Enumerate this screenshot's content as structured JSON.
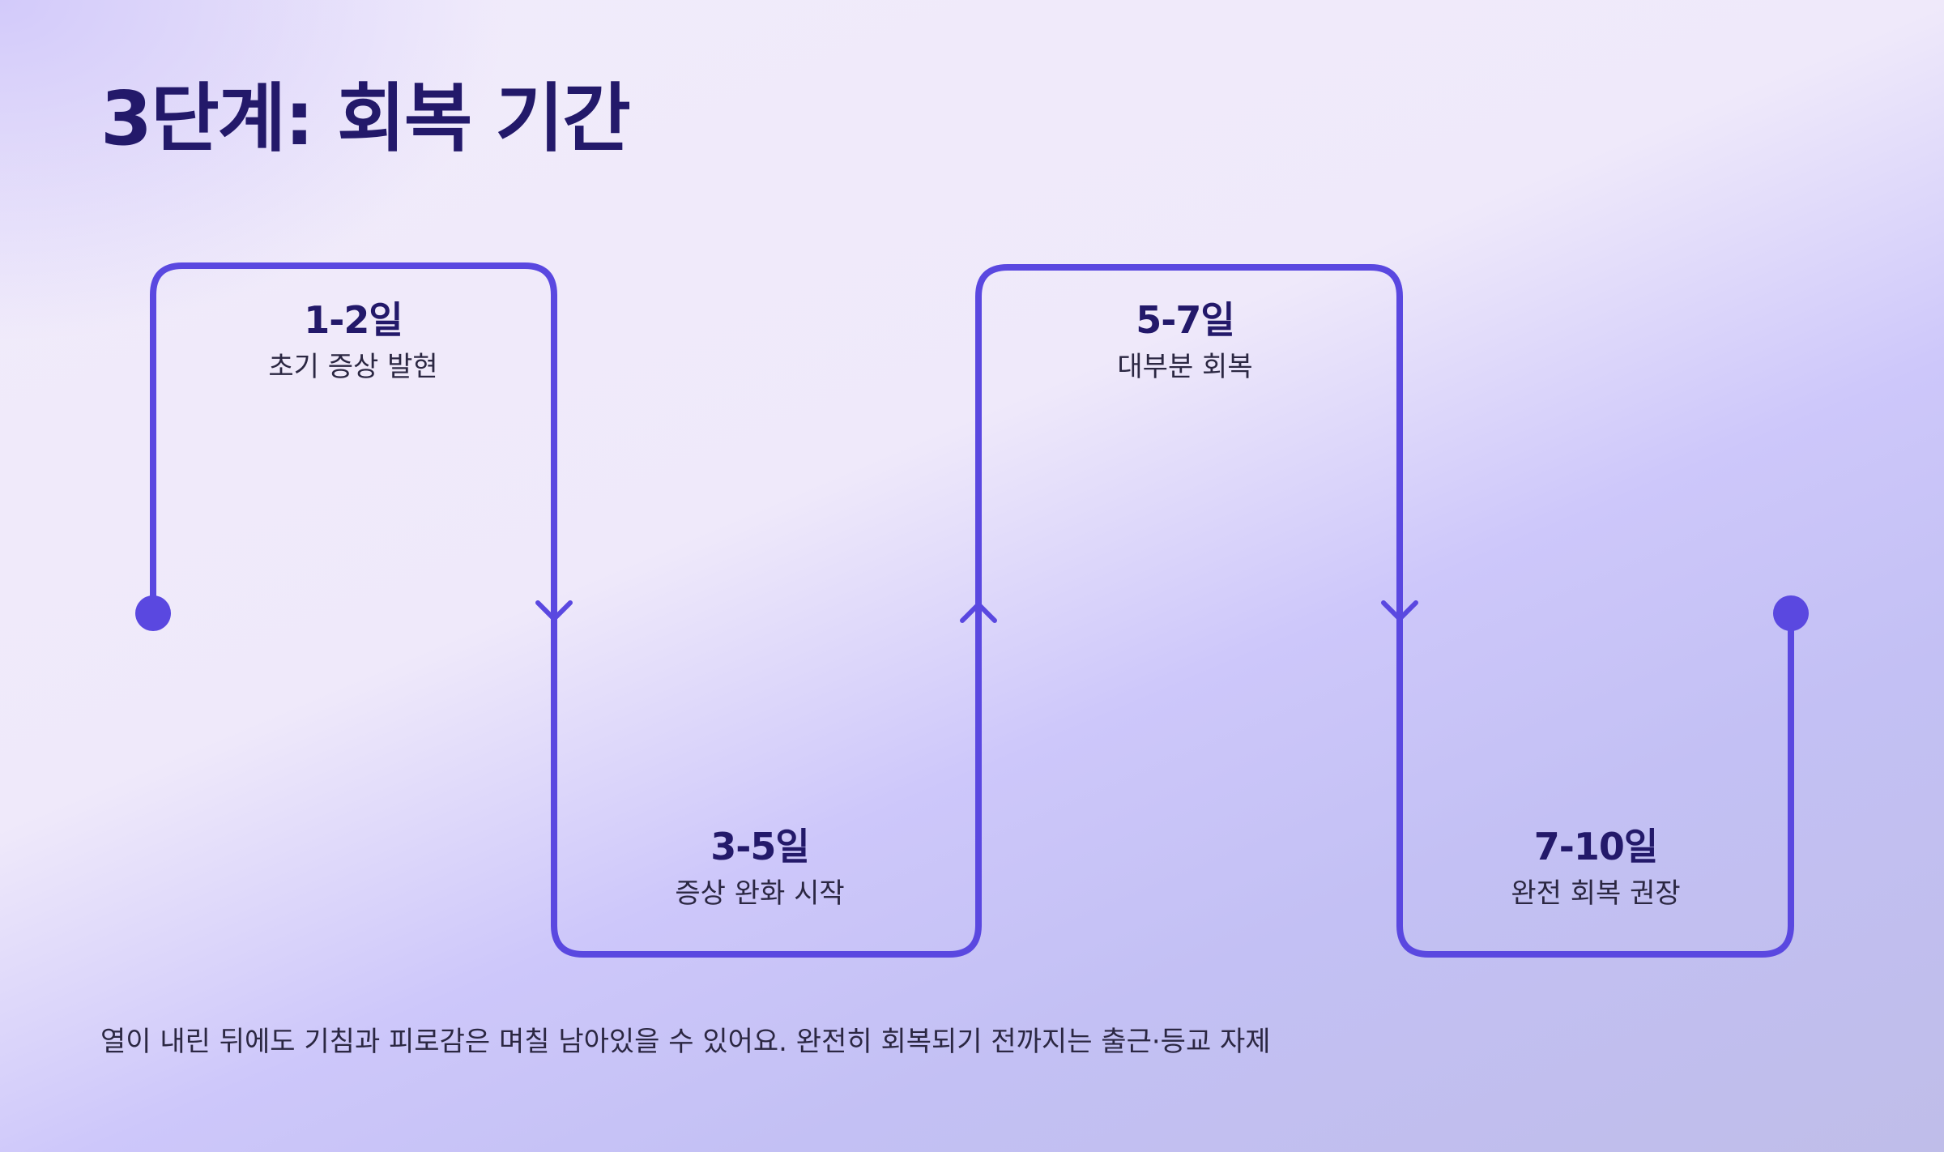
{
  "slide": {
    "title": "3단계: 회복 기간",
    "footnote": "열이 내린 뒤에도 기침과 피로감은 며칠 남아있을 수 있어요. 완전히 회복되기 전까지는 출근·등교 자제"
  },
  "timeline": {
    "line_color": "#5a48e0",
    "steps": [
      {
        "day": "1-2일",
        "label": "초기 증상 발현"
      },
      {
        "day": "3-5일",
        "label": "증상 완화 시작"
      },
      {
        "day": "5-7일",
        "label": "대부분 회복"
      },
      {
        "day": "7-10일",
        "label": "완전 회복 권장"
      }
    ]
  }
}
